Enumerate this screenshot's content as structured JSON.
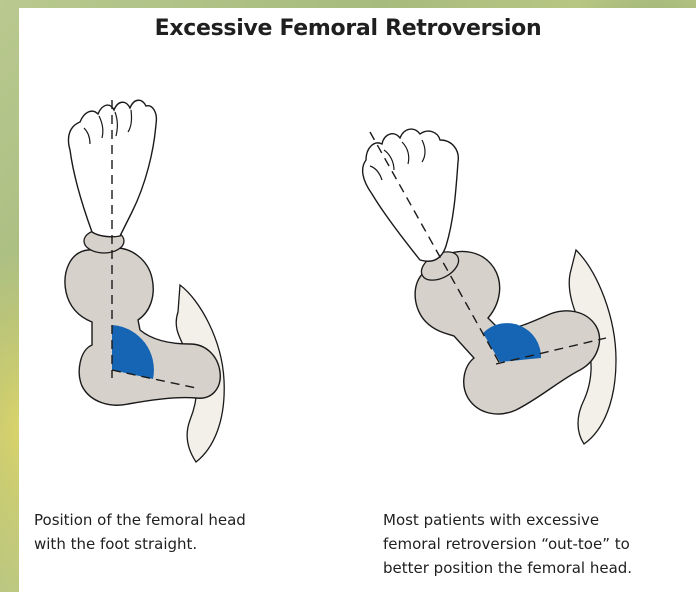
{
  "title": "Excessive Femoral Retroversion",
  "panels": [
    {
      "caption_lines": [
        "Position of the femoral head",
        "with the foot straight."
      ]
    },
    {
      "caption_lines": [
        "Most patients with excessive",
        "femoral retroversion “out-toe” to",
        "better position the femoral head."
      ]
    }
  ],
  "colors": {
    "bone": "#d6d1cb",
    "pelvis": "#f3f0ea",
    "angle_wedge": "#1565b4",
    "outline": "#1a1a1a"
  }
}
